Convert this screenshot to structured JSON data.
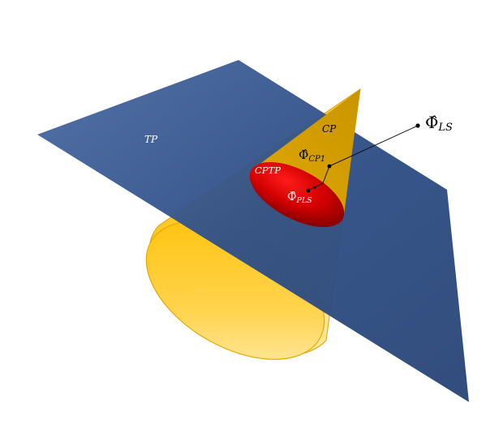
{
  "labels": {
    "tangent_plane": "TP",
    "cone": "CP",
    "intersection": "CPTP",
    "phi_cp1": "Φ̂CP1",
    "phi_cp1_main": "Φ̂",
    "phi_cp1_sub": "CP1",
    "phi_pls_main": "Φ̂",
    "phi_pls_sub": "PLS",
    "phi_ls_main": "Φ̂",
    "phi_ls_sub": "LS"
  },
  "colors": {
    "plane": "#2f4f86",
    "plane_light": "#4a6aa3",
    "cone_top": "#d9a300",
    "cone_base": "#ffc000",
    "cone_base_light": "#ffe89a",
    "intersection": "#d10000",
    "intersection_dark": "#8c0000",
    "text_light": "#ffffff",
    "text_dark": "#000000"
  }
}
